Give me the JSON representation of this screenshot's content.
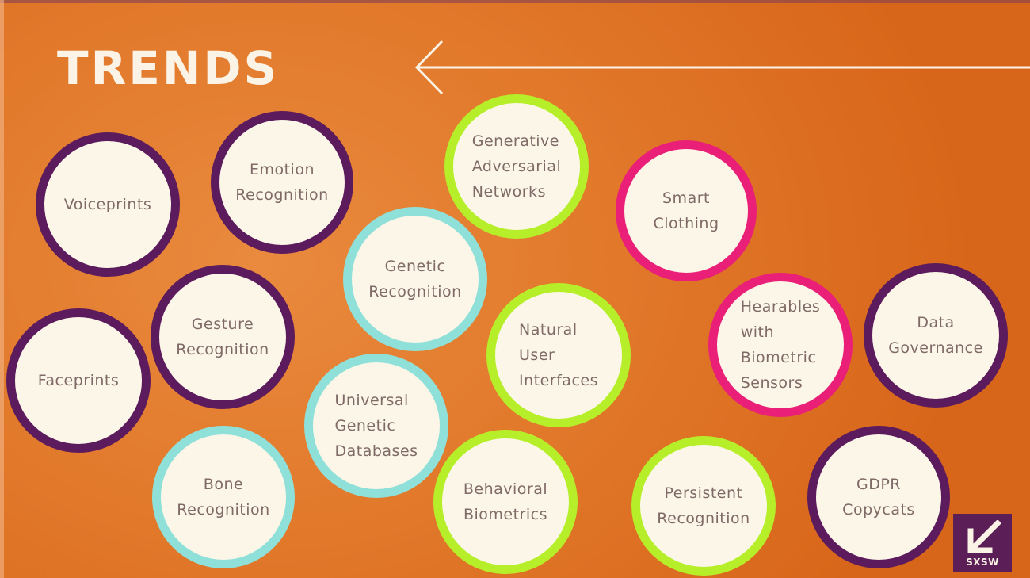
{
  "slide": {
    "title": "TRENDS",
    "bubbles": [
      {
        "id": "voiceprints",
        "label": "Voiceprints",
        "ring": "purple"
      },
      {
        "id": "emotion-recognition",
        "label": "Emotion\nRecognition",
        "ring": "purple"
      },
      {
        "id": "generative-adversarial-networks",
        "label": "Generative\nAdversarial\nNetworks",
        "ring": "lime"
      },
      {
        "id": "smart-clothing",
        "label": "Smart\nClothing",
        "ring": "pink"
      },
      {
        "id": "genetic-recognition",
        "label": "Genetic\nRecognition",
        "ring": "teal"
      },
      {
        "id": "gesture-recognition",
        "label": "Gesture\nRecognition",
        "ring": "purple"
      },
      {
        "id": "faceprints",
        "label": "Faceprints",
        "ring": "purple"
      },
      {
        "id": "natural-user-interfaces",
        "label": "Natural\nUser\nInterfaces",
        "ring": "lime"
      },
      {
        "id": "hearables-with-biometric-sensors",
        "label": "Hearables\nwith\nBiometric\nSensors",
        "ring": "pink"
      },
      {
        "id": "data-governance",
        "label": "Data\nGovernance",
        "ring": "purple"
      },
      {
        "id": "universal-genetic-databases",
        "label": "Universal\nGenetic\nDatabases",
        "ring": "teal"
      },
      {
        "id": "bone-recognition",
        "label": "Bone\nRecognition",
        "ring": "teal"
      },
      {
        "id": "behavioral-biometrics",
        "label": "Behavioral\nBiometrics",
        "ring": "lime"
      },
      {
        "id": "persistent-recognition",
        "label": "Persistent\nRecognition",
        "ring": "lime"
      },
      {
        "id": "gdpr-copycats",
        "label": "GDPR\nCopycats",
        "ring": "purple"
      }
    ],
    "logo_text": "SXSW",
    "colors": {
      "purple": "#5b1b5c",
      "teal": "#8fe0d8",
      "lime": "#b6ef2a",
      "pink": "#ea1f77",
      "background": "#e27a2c",
      "bubble_fill": "#fbf6e7"
    }
  }
}
